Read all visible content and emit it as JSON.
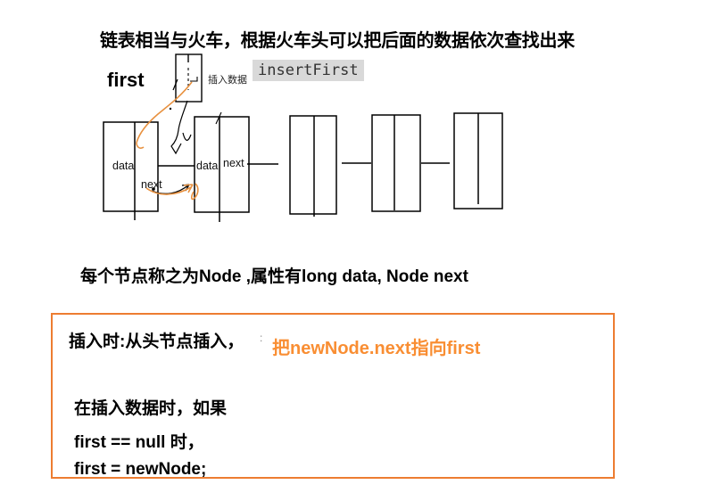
{
  "title": "链表相当与火车，根据火车头可以把后面的数据依次查找出来",
  "header": {
    "first_label": "first",
    "insert_caption": "插入数据",
    "insert_code": "insertFirst"
  },
  "diagram": {
    "node1": {
      "data_label": "data",
      "next_label": "next"
    },
    "node2": {
      "data_label": "data",
      "next_label": "next"
    }
  },
  "note": "每个节点称之为Node ,属性有long data, Node next",
  "callout": {
    "line1_black": "插入时:从头节点插入，",
    "line1_colon": ":",
    "line1_orange": "把newNode.next指向first",
    "line2": "在插入数据时，如果",
    "line3": "first == null 时，",
    "line4": "first = newNode;"
  },
  "colors": {
    "callout_border": "#ED7D31",
    "orange_text": "#F98E33",
    "sketch_orange": "#E8913F",
    "code_bg": "#D9D9D9",
    "ink": "#000000"
  }
}
